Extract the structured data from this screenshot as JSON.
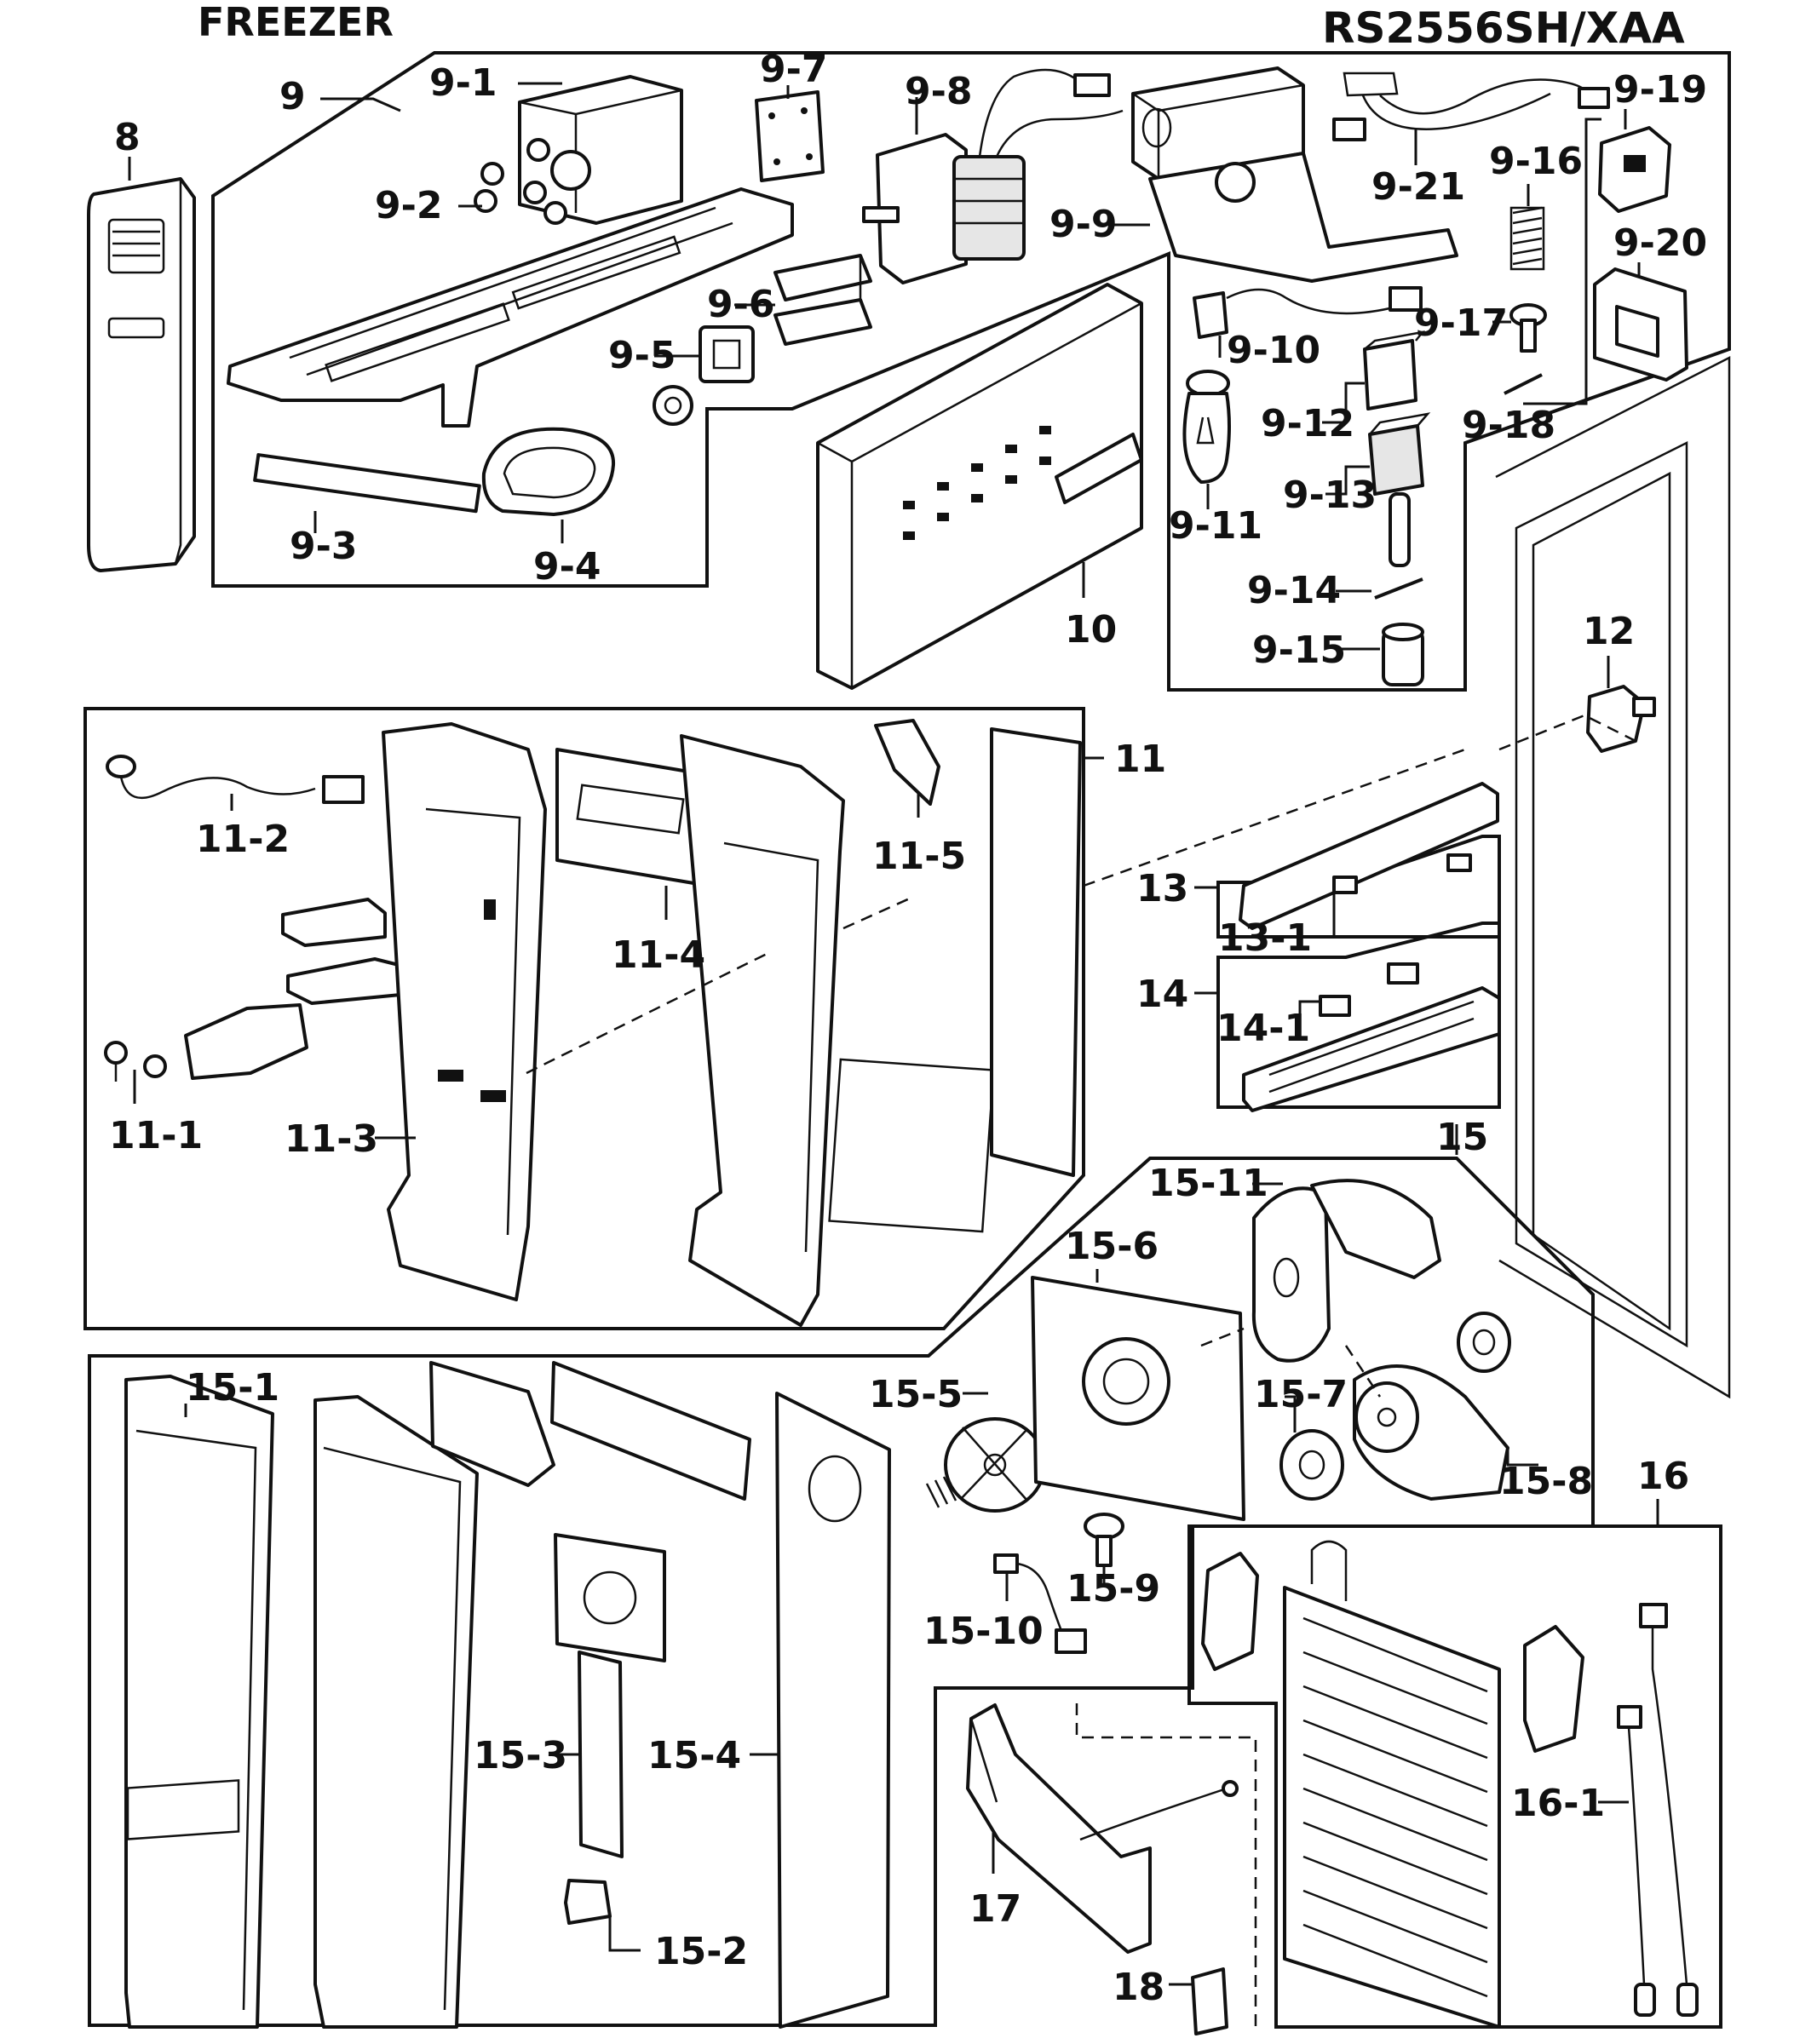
{
  "header": {
    "section": "FREEZER",
    "model": "RS2556SH/XAA"
  },
  "labels": {
    "p8": "8",
    "p9": "9",
    "p9_1": "9-1",
    "p9_2": "9-2",
    "p9_3": "9-3",
    "p9_4": "9-4",
    "p9_5": "9-5",
    "p9_6": "9-6",
    "p9_7": "9-7",
    "p9_8": "9-8",
    "p9_9": "9-9",
    "p9_10": "9-10",
    "p9_11": "9-11",
    "p9_12": "9-12",
    "p9_13": "9-13",
    "p9_14": "9-14",
    "p9_15": "9-15",
    "p9_16": "9-16",
    "p9_17": "9-17",
    "p9_18": "9-18",
    "p9_19": "9-19",
    "p9_20": "9-20",
    "p9_21": "9-21",
    "p10": "10",
    "p11": "11",
    "p11_1": "11-1",
    "p11_2": "11-2",
    "p11_3": "11-3",
    "p11_4": "11-4",
    "p11_5": "11-5",
    "p12": "12",
    "p13": "13",
    "p13_1": "13-1",
    "p14": "14",
    "p14_1": "14-1",
    "p15": "15",
    "p15_1": "15-1",
    "p15_2": "15-2",
    "p15_3": "15-3",
    "p15_4": "15-4",
    "p15_5": "15-5",
    "p15_6": "15-6",
    "p15_7": "15-7",
    "p15_8": "15-8",
    "p15_9": "15-9",
    "p15_10": "15-10",
    "p15_11": "15-11",
    "p16": "16",
    "p16_1": "16-1",
    "p17": "17",
    "p18": "18"
  }
}
